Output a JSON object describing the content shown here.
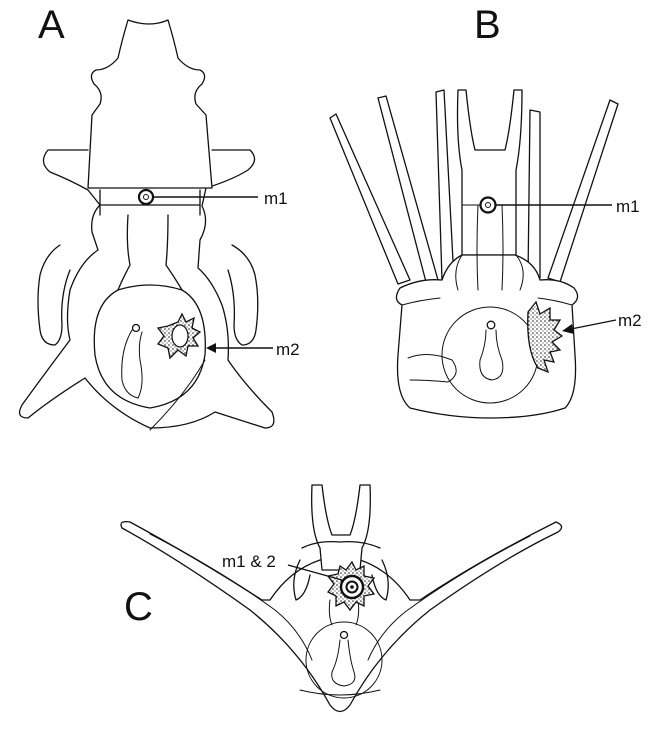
{
  "panels": [
    {
      "letter": "A",
      "labels": [
        "m1",
        "m2"
      ]
    },
    {
      "letter": "B",
      "labels": [
        "m1",
        "m2"
      ]
    },
    {
      "letter": "C",
      "labels": [
        "m1 & 2"
      ]
    }
  ]
}
